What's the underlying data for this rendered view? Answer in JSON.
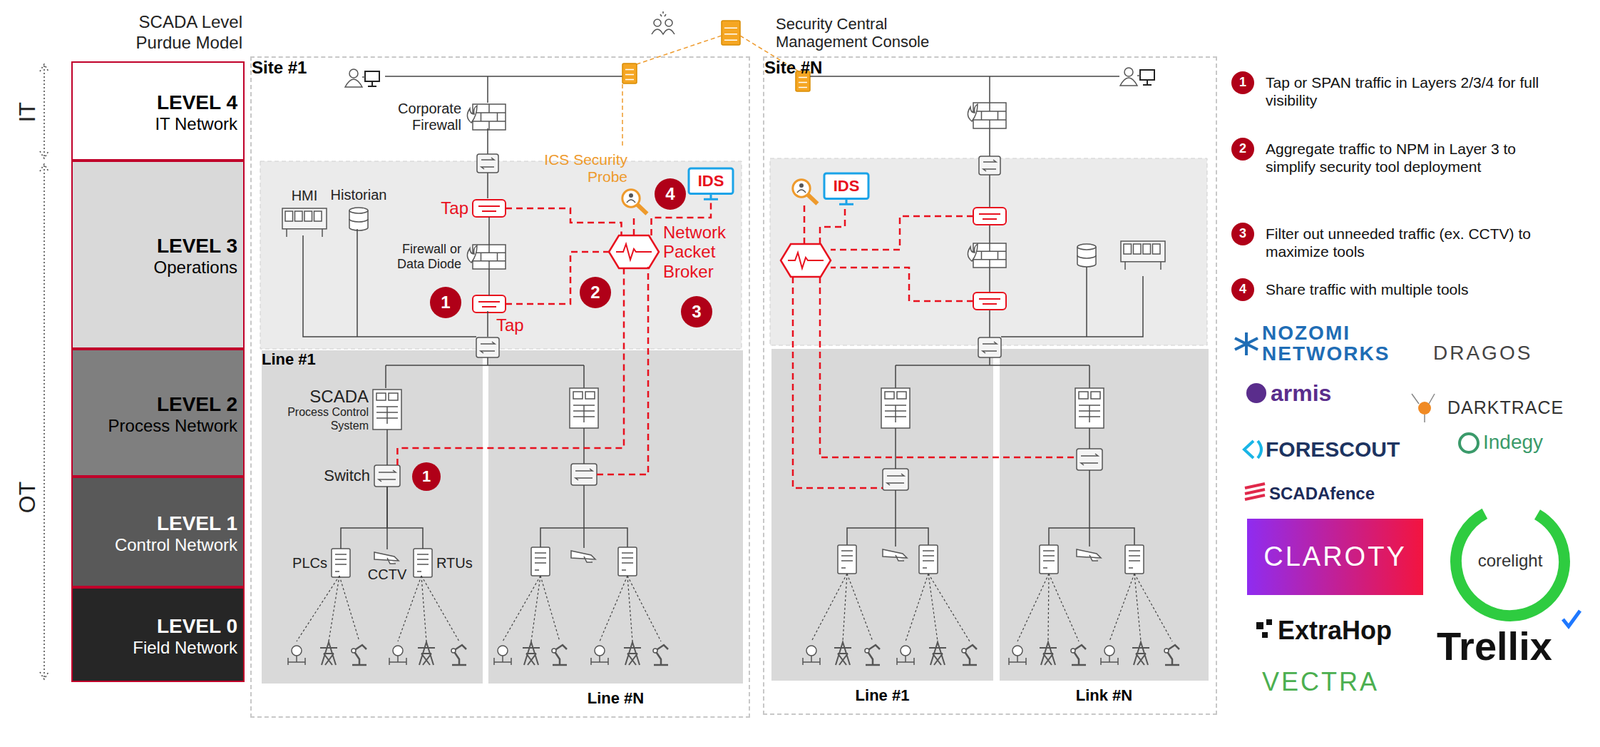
{
  "diagram": {
    "nodes": [
      {
        "text": [
          "LEVEL 4",
          "IT Network"
        ]
      },
      {
        "text": [
          "LEVEL 3",
          "Operations"
        ]
      },
      {
        "text": [
          "LEVEL 2",
          "Process Network"
        ]
      },
      {
        "text": [
          "LEVEL 1",
          "Control Network"
        ]
      },
      {
        "text": [
          "LEVEL 0",
          "Field Network"
        ]
      },
      {
        "text": [
          "Security Central Management Console"
        ]
      },
      {
        "text": [
          "Site #1"
        ]
      },
      {
        "text": [
          "Corporate Firewall"
        ],
        "in": 6
      },
      {
        "text": [
          "HMI"
        ],
        "in": 6
      },
      {
        "text": [
          "Historian"
        ],
        "in": 6
      },
      {
        "text": [
          "Tap"
        ],
        "in": 6
      },
      {
        "text": [
          "Firewall or Data Diode"
        ],
        "in": 6
      },
      {
        "text": [
          "Tap"
        ],
        "in": 6
      },
      {
        "text": [
          "ICS Security Probe"
        ],
        "in": 6
      },
      {
        "text": [
          "IDS"
        ],
        "in": 6
      },
      {
        "text": [
          "Network Packet Broker"
        ],
        "in": 6
      },
      {
        "text": [
          "Line #1"
        ],
        "in": 6
      },
      {
        "text": [
          "SCADA",
          "Process Control System"
        ],
        "in": 16
      },
      {
        "text": [
          "Switch"
        ],
        "in": 16
      },
      {
        "text": [
          "PLCs"
        ],
        "in": 16
      },
      {
        "text": [
          "CCTV"
        ],
        "in": 16
      },
      {
        "text": [
          "RTUs"
        ],
        "in": 16
      },
      {
        "text": [
          "Line #N"
        ],
        "in": 6
      },
      {
        "text": [
          "Site #N"
        ]
      },
      {
        "text": [
          "IDS"
        ],
        "in": 23
      },
      {
        "text": [
          "Line #1"
        ],
        "in": 23
      },
      {
        "text": [
          "Link #N"
        ],
        "in": 23
      },
      {
        "text": [
          "CLAROTY"
        ]
      }
    ],
    "edges": [
      {
        "from": 10,
        "to": 15,
        "arrow": "none"
      },
      {
        "from": 12,
        "to": 15,
        "arrow": "none"
      },
      {
        "from": 15,
        "to": 13,
        "arrow": "none"
      },
      {
        "from": 15,
        "to": 14,
        "arrow": "none"
      },
      {
        "from": 18,
        "to": 15,
        "arrow": "none"
      },
      {
        "from": 10,
        "to": 11,
        "arrow": "none"
      },
      {
        "from": 11,
        "to": 12,
        "arrow": "none"
      },
      {
        "from": 17,
        "to": 18,
        "arrow": "none"
      },
      {
        "from": 18,
        "to": 19,
        "arrow": "none"
      },
      {
        "from": 18,
        "to": 20,
        "arrow": "none"
      },
      {
        "from": 18,
        "to": 21,
        "arrow": "none"
      }
    ],
    "labels": [
      "SCADA Level Purdue Model",
      "IT",
      "OT",
      "1",
      "2",
      "3",
      "4",
      "1",
      "1",
      "Tap or SPAN traffic in Layers 2/3/4 for full visibility",
      "2",
      "Aggregate traffic to NPM in Layer 3 to simplify security tool deployment",
      "3",
      "Filter out unneeded traffic (ex. CCTV) to maximize tools",
      "4",
      "Share traffic with multiple tools",
      "NOZOMI NETWORKS",
      "DRAGOS",
      "armis",
      "DARKTRACE",
      "FORESCOUT",
      "Indegy",
      "SCADAfence",
      "corelight",
      "ExtraHop",
      "VECTRA",
      "Trellix"
    ]
  }
}
